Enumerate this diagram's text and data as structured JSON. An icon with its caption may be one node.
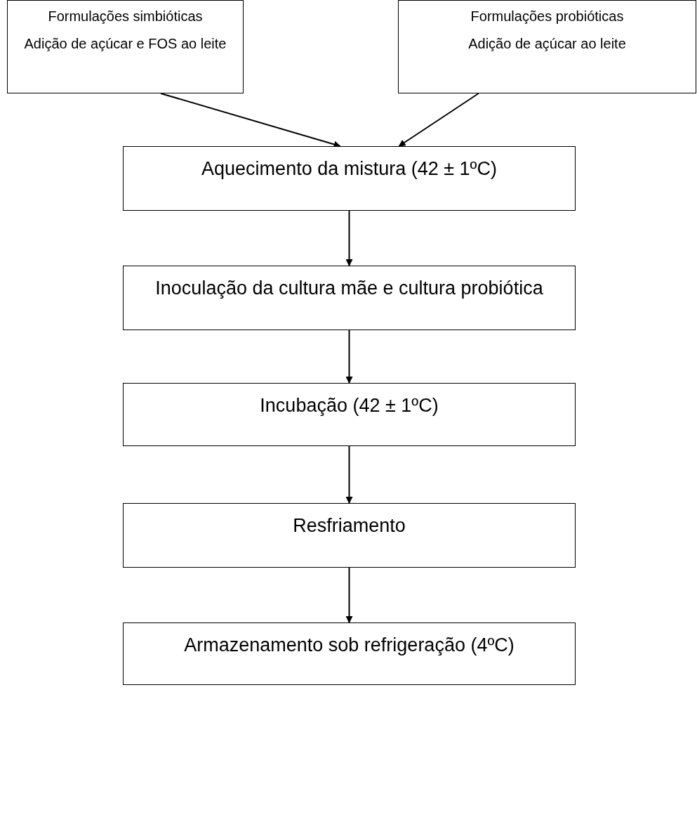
{
  "diagram": {
    "nodes": [
      {
        "text": [
          "Formulações simbióticas",
          "Adição de açúcar e FOS ao leite"
        ]
      },
      {
        "text": [
          "Formulações probióticas",
          "Adição de açúcar ao leite"
        ]
      },
      {
        "text": [
          "Aquecimento da mistura (42 ± 1ºC)"
        ]
      },
      {
        "text": [
          "Inoculação da cultura mãe e cultura probiótica"
        ]
      },
      {
        "text": [
          "Incubação (42 ± 1ºC)"
        ]
      },
      {
        "text": [
          "Resfriamento"
        ]
      },
      {
        "text": [
          "Armazenamento sob refrigeração (4ºC)"
        ]
      }
    ],
    "edges": [
      {
        "from": 0,
        "to": 2,
        "arrow": "to"
      },
      {
        "from": 1,
        "to": 2,
        "arrow": "to"
      },
      {
        "from": 2,
        "to": 3,
        "arrow": "to"
      },
      {
        "from": 3,
        "to": 4,
        "arrow": "to"
      },
      {
        "from": 4,
        "to": 5,
        "arrow": "to"
      },
      {
        "from": 5,
        "to": 6,
        "arrow": "to"
      }
    ]
  }
}
